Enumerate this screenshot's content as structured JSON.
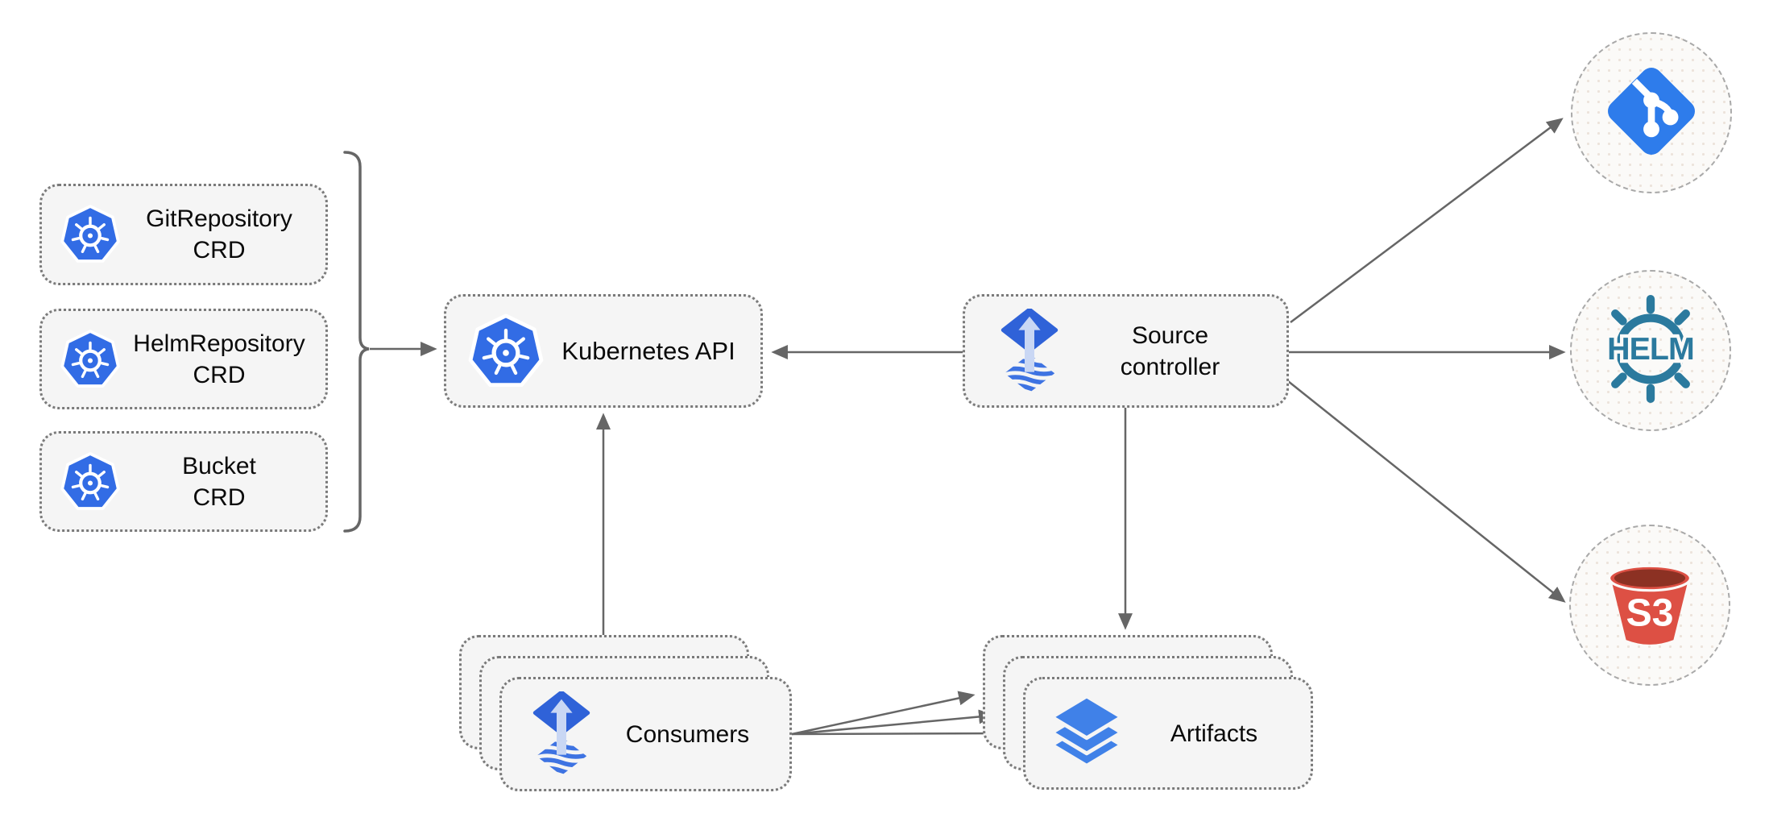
{
  "nodes": {
    "crds": [
      {
        "line1": "GitRepository",
        "line2": "CRD"
      },
      {
        "line1": "HelmRepository",
        "line2": "CRD"
      },
      {
        "line1": "Bucket",
        "line2": "CRD"
      }
    ],
    "kubernetes_api": {
      "label": "Kubernetes API"
    },
    "source_controller": {
      "line1": "Source",
      "line2": "controller"
    },
    "consumers": {
      "label": "Consumers"
    },
    "artifacts": {
      "label": "Artifacts"
    },
    "helm": {
      "logo_text": "HELM"
    },
    "s3": {
      "logo_text": "S3"
    }
  },
  "colors": {
    "kubernetes_blue": "#326ce5",
    "flux_blue": "#2f62d8",
    "flux_wave_blue": "#3e73e2",
    "flux_arrow_light": "#c9d7f4",
    "layers_blue": "#4081e8",
    "git_blue": "#2e7ceb",
    "helm_teal": "#2b7a9e",
    "s3_red": "#dd5044",
    "s3_dark_red": "#8c3123",
    "arrow_gray": "#666666",
    "node_fill": "#f5f5f5",
    "node_border": "#7a7a7a",
    "circle_border": "#a9a9a9",
    "text_color": "#0a0a0a"
  }
}
